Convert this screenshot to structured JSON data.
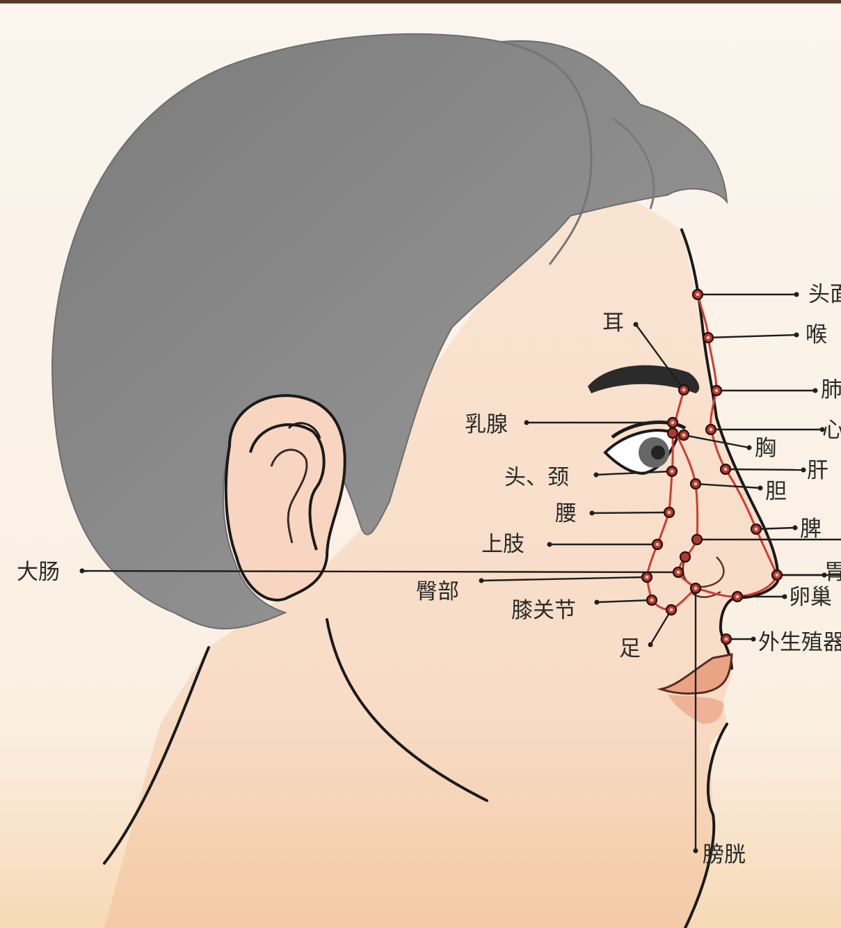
{
  "colors": {
    "background": "#fbf3e9",
    "skin": "#f8dcc5",
    "hair": "#8b8b8b",
    "reflex_line": "#d23a30",
    "point": "#b03a2e",
    "leader": "#1e1e1e"
  },
  "labels": {
    "head_face": "头面",
    "throat": "喉",
    "lung": "肺",
    "heart": "心",
    "ear": "耳",
    "breast": "乳腺",
    "chest": "胸",
    "liver": "肝",
    "head_neck": "头、颈",
    "gallbladder": "胆",
    "waist": "腰",
    "spleen": "脾",
    "upper_limb": "上肢",
    "large_intestine": "大肠",
    "stomach": "胃",
    "hip": "臀部",
    "ovary": "卵巢",
    "knee": "膝关节",
    "foot": "足",
    "genitals": "外生殖器",
    "bladder": "膀胱"
  }
}
